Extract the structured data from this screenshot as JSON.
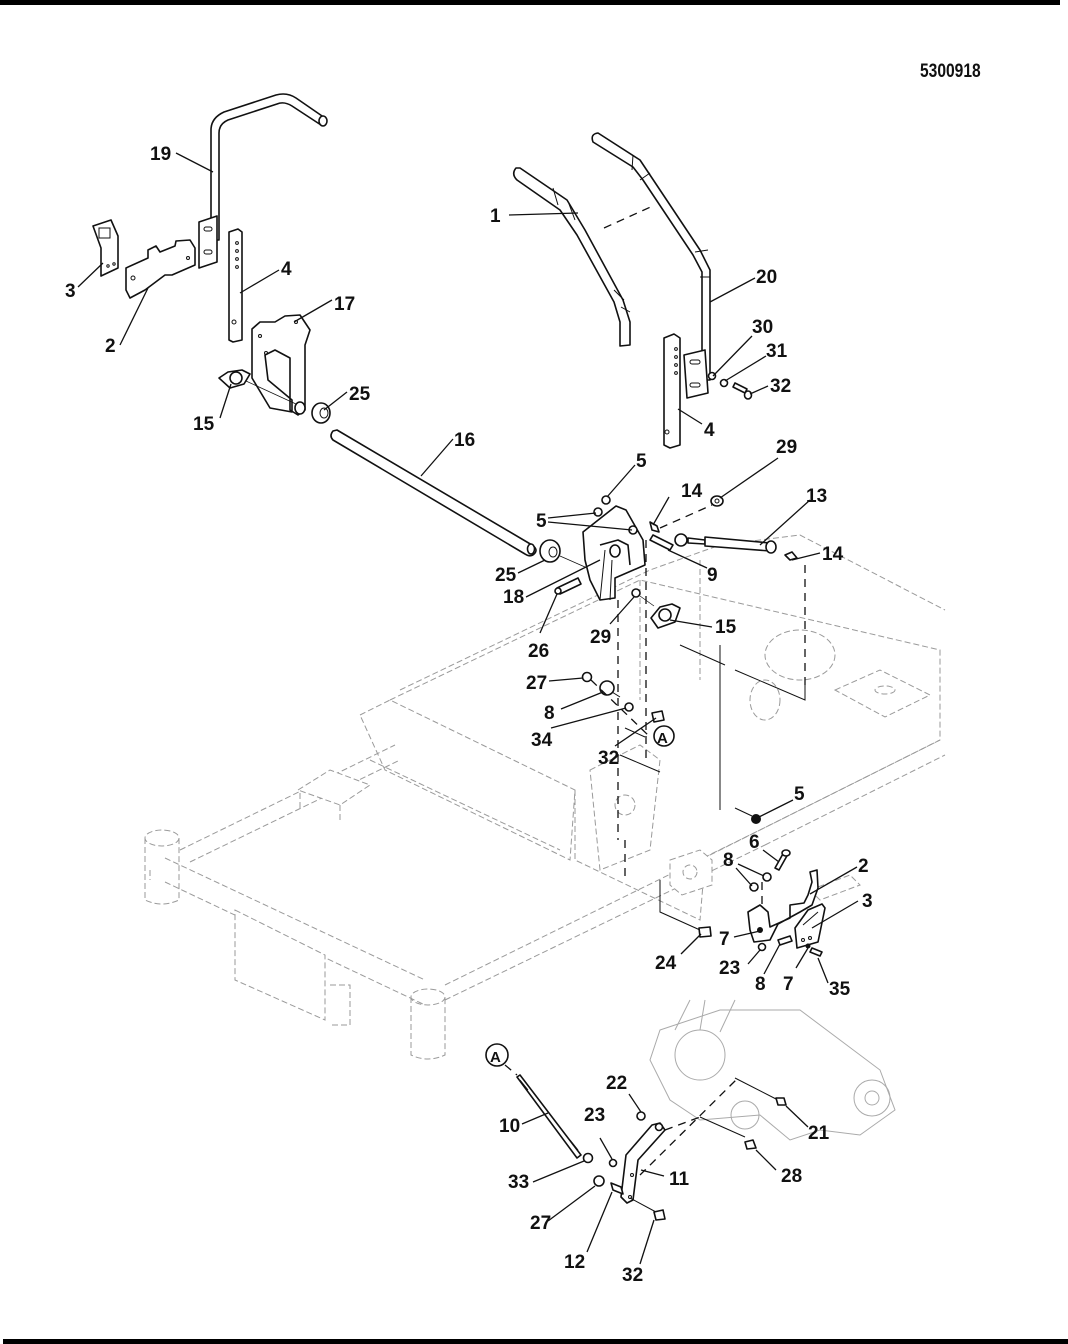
{
  "document": {
    "drawing_number": "5300918",
    "reference_marker": "A"
  },
  "callouts": [
    {
      "id": "c19a",
      "label": "19"
    },
    {
      "id": "c3a",
      "label": "3"
    },
    {
      "id": "c2a",
      "label": "2"
    },
    {
      "id": "c4a",
      "label": "4"
    },
    {
      "id": "c17",
      "label": "17"
    },
    {
      "id": "c15a",
      "label": "15"
    },
    {
      "id": "c25a",
      "label": "25"
    },
    {
      "id": "c1",
      "label": "1"
    },
    {
      "id": "c20",
      "label": "20"
    },
    {
      "id": "c30",
      "label": "30"
    },
    {
      "id": "c31",
      "label": "31"
    },
    {
      "id": "c32a",
      "label": "32"
    },
    {
      "id": "c4b",
      "label": "4"
    },
    {
      "id": "c16",
      "label": "16"
    },
    {
      "id": "c5a",
      "label": "5"
    },
    {
      "id": "c29a",
      "label": "29"
    },
    {
      "id": "c14a",
      "label": "14"
    },
    {
      "id": "c13",
      "label": "13"
    },
    {
      "id": "c5b",
      "label": "5"
    },
    {
      "id": "c14b",
      "label": "14"
    },
    {
      "id": "c9",
      "label": "9"
    },
    {
      "id": "c25b",
      "label": "25"
    },
    {
      "id": "c18",
      "label": "18"
    },
    {
      "id": "c15b",
      "label": "15"
    },
    {
      "id": "c29b",
      "label": "29"
    },
    {
      "id": "c26",
      "label": "26"
    },
    {
      "id": "c27a",
      "label": "27"
    },
    {
      "id": "c8a",
      "label": "8"
    },
    {
      "id": "c34",
      "label": "34"
    },
    {
      "id": "c32b",
      "label": "32"
    },
    {
      "id": "c5c",
      "label": "5"
    },
    {
      "id": "c6",
      "label": "6"
    },
    {
      "id": "c8b",
      "label": "8"
    },
    {
      "id": "c2b",
      "label": "2"
    },
    {
      "id": "c3b",
      "label": "3"
    },
    {
      "id": "c7a",
      "label": "7"
    },
    {
      "id": "c24",
      "label": "24"
    },
    {
      "id": "c23a",
      "label": "23"
    },
    {
      "id": "c8c",
      "label": "8"
    },
    {
      "id": "c7b",
      "label": "7"
    },
    {
      "id": "c35",
      "label": "35"
    },
    {
      "id": "c22",
      "label": "22"
    },
    {
      "id": "c21",
      "label": "21"
    },
    {
      "id": "c10",
      "label": "10"
    },
    {
      "id": "c23b",
      "label": "23"
    },
    {
      "id": "c11",
      "label": "11"
    },
    {
      "id": "c28",
      "label": "28"
    },
    {
      "id": "c33",
      "label": "33"
    },
    {
      "id": "c27b",
      "label": "27"
    },
    {
      "id": "c12",
      "label": "12"
    },
    {
      "id": "c32c",
      "label": "32"
    }
  ],
  "parts_depicted": [
    "left control handle (19)",
    "right control handle (20)",
    "handle grip (1)",
    "mounting bracket (2)",
    "bracket plate (3)",
    "adjustment bar (4)",
    "pivot arm (17)",
    "flange bearing (15)",
    "shaft collar (25)",
    "cross shaft (16)",
    "pivot bracket (18)",
    "damper (13)",
    "control rod (10)",
    "pump arm (11)",
    "frame (reference, dashed)",
    "transaxle (reference, light)"
  ]
}
